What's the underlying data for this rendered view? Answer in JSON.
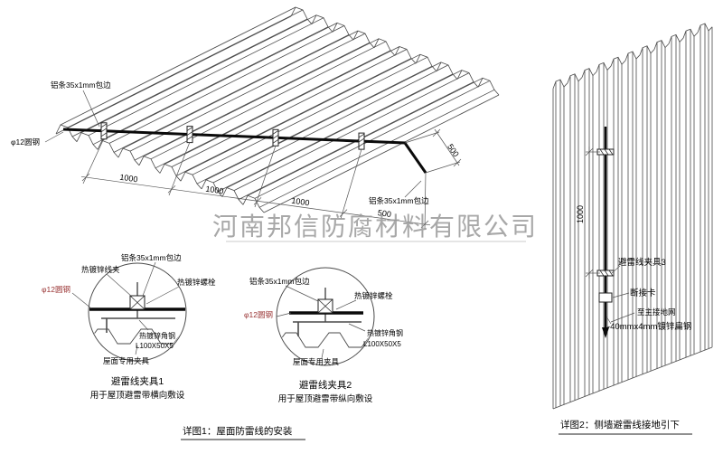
{
  "watermark": "河南邦信防腐材料有限公司",
  "colors": {
    "annotation_red": "#993333",
    "watermark_gray": "#9a9a9a",
    "line_dark": "#1a1a1a"
  },
  "roof_view": {
    "strip_label_top": "铝条35x1mm包边",
    "strip_label_bottom": "铝条35x1mm包边",
    "rod_label": "φ12圆钢",
    "dim_segments": [
      "1000",
      "1000",
      "1000",
      "500"
    ],
    "dim_right": "500"
  },
  "detail1": {
    "label_wire_clamp": "热镀锌线夹",
    "label_strip": "铝条35x1mm包边",
    "label_bolt": "热镀锌螺栓",
    "label_rod": "φ12圆钢",
    "label_angle_line1": "热镀锌角钢",
    "label_angle_line2": "L100X50X5",
    "label_fixture": "屋面专用夹具",
    "title": "避雷线夹具1",
    "subtitle": "用于屋顶避雷带横向敷设"
  },
  "detail2": {
    "label_strip": "铝条35x1mm包边",
    "label_bolt": "热镀锌螺栓",
    "label_rod": "φ12圆钢",
    "label_angle_line1": "热镀锌角钢",
    "label_angle_line2": "L100X50X5",
    "label_fixture": "屋面专用夹具",
    "title": "避雷线夹具2",
    "subtitle": "用于屋顶避雷带纵向敷设"
  },
  "wall_view": {
    "dim_vertical": "1000",
    "label_clamp3": "避雷线夹具3",
    "label_disconnect": "断接卡",
    "label_to_ground": "至主接地网",
    "label_flat_steel": "-40mmx4mm镀锌扁钢"
  },
  "captions": {
    "detail1": "详图1：屋面防雷线的安装",
    "detail2": "详图2：侧墙避雷线接地引下"
  }
}
